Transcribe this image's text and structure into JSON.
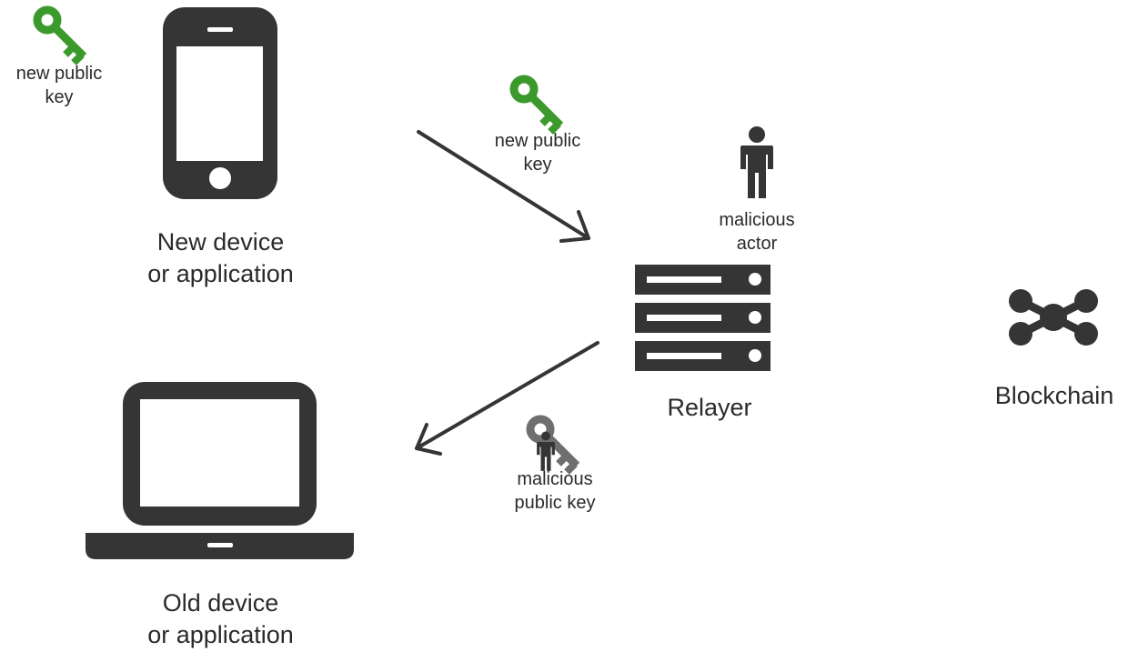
{
  "colors": {
    "key_green": "#3c9a2c",
    "key_gray": "#6f6f6f",
    "icon_dark": "#353535",
    "text": "#2a2a2a"
  },
  "labels": {
    "key_top_left": {
      "line1": "new public",
      "line2": "key"
    },
    "key_on_arrow": {
      "line1": "new public",
      "line2": "key"
    },
    "new_device": {
      "line1": "New device",
      "line2": "or application"
    },
    "malicious_actor": {
      "line1": "malicious",
      "line2": "actor"
    },
    "relayer": "Relayer",
    "blockchain": "Blockchain",
    "malicious_key": {
      "line1": "malicious",
      "line2": "public key"
    },
    "old_device": {
      "line1": "Old device",
      "line2": "or application"
    }
  },
  "icons": {
    "phone": "smartphone-icon",
    "laptop": "laptop-icon",
    "server": "server-icon",
    "person": "person-icon",
    "key": "key-icon",
    "network": "network-icon"
  },
  "flows": [
    {
      "from": "new_device",
      "to": "relayer"
    },
    {
      "from": "relayer",
      "to": "old_device"
    }
  ]
}
